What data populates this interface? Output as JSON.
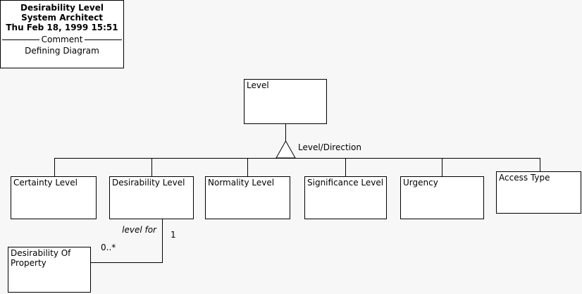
{
  "diagram": {
    "background_color": "#f7f7f7",
    "box_fill_color": "#ffffff",
    "line_color": "#000000",
    "header": {
      "title_line_1": "Desirability Level",
      "title_line_2": "System Architect",
      "title_line_3": "Thu Feb 18, 1999  15:51",
      "separator_label": "Comment",
      "comment_text": "Defining Diagram"
    },
    "superclass": {
      "name": "Level"
    },
    "generalization": {
      "discriminator_label": "Level/Direction"
    },
    "subclasses": [
      {
        "name": "Certainty Level"
      },
      {
        "name": "Desirability Level"
      },
      {
        "name": "Normality Level"
      },
      {
        "name": "Significance Level"
      },
      {
        "name": "Urgency"
      },
      {
        "name": "Access Type"
      }
    ],
    "associated_class": {
      "name": "Desirability Of\nProperty"
    },
    "association": {
      "role_label": "level for",
      "multiplicity_target": "1",
      "multiplicity_source": "0..*"
    }
  }
}
